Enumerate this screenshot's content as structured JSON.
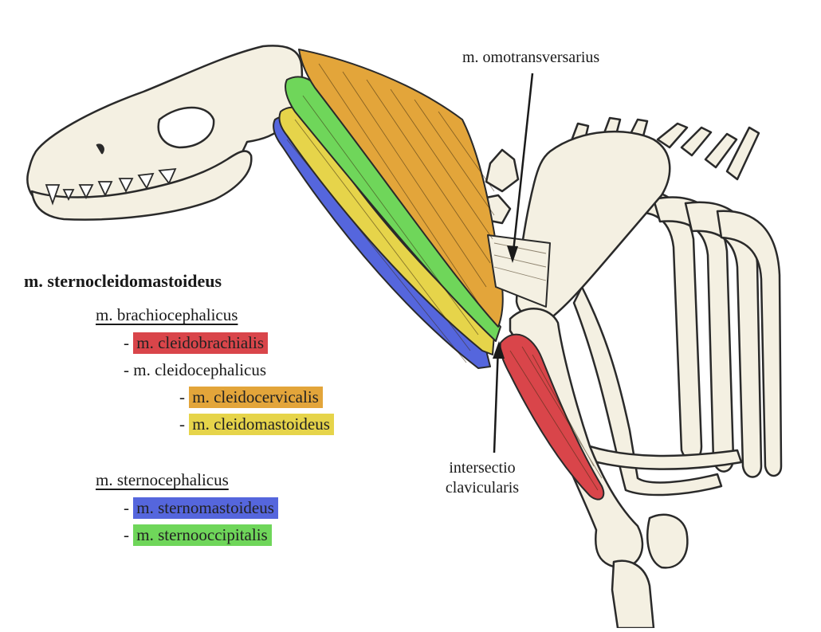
{
  "legend": {
    "title": "m. sternocleidomastoideus",
    "brachiocephalicus": {
      "label": "m. brachiocephalicus",
      "cleidobrachialis": "m. cleidobrachialis",
      "cleidocephalicus": "m. cleidocephalicus",
      "cleidocervicalis": "m. cleidocervicalis",
      "cleidomastoideus": "m. cleidomastoideus"
    },
    "sternocephalicus": {
      "label": "m. sternocephalicus",
      "sternomastoideus": "m. sternomastoideus",
      "sternooccipitalis": "m. sternooccipitalis"
    },
    "dash": "-"
  },
  "callouts": {
    "omotransversarius": "m. omotransversarius",
    "intersectio_line1": "intersectio",
    "intersectio_line2": "clavicularis"
  },
  "colors": {
    "cleidobrachialis": "#d9454a",
    "cleidocervicalis": "#e3a53a",
    "cleidomastoideus": "#e6d44a",
    "sternomastoideus": "#5566dd",
    "sternooccipitalis": "#6fd65a",
    "bone": "#f4f0e2",
    "outline": "#2a2a2a"
  }
}
